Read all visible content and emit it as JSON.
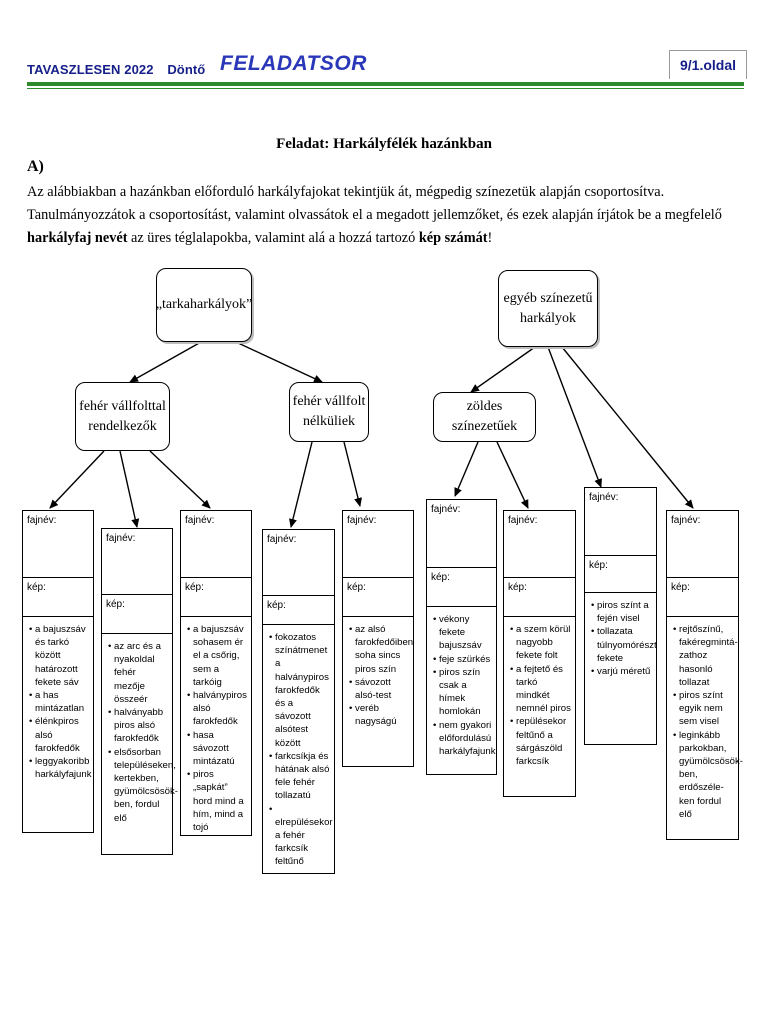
{
  "header": {
    "competition": "TAVASZLESEN 2022",
    "round": "Döntő",
    "title": "FELADATSOR",
    "page": "9/1.oldal"
  },
  "task": {
    "title": "Feladat: Harkályfélék hazánkban",
    "section": "A)",
    "intro_part1": "Az alábbiakban a hazánkban előforduló harkályfajokat tekintjük át, mégpedig színezetük alapján csoportosítva. Tanulmányozzátok a csoportosítást, valamint olvassátok el a megadott jellemzőket, és ezek alapján írjátok be a megfelelő ",
    "intro_bold1": "harkályfaj nevét",
    "intro_part2": " az üres téglalapokba, valamint alá a hozzá tartozó ",
    "intro_bold2": "kép számát",
    "intro_part3": "!"
  },
  "tree": {
    "root_left": "„tarkaharkályok”",
    "root_right": "egyéb színezetű harkályok",
    "left_a": "fehér vállfolttal rendelkezők",
    "left_b": "fehér vállfolt nélküliek",
    "right_a": "zöldes színezetűek"
  },
  "labels": {
    "name": "fajnév:",
    "image": "kép:"
  },
  "cards": [
    {
      "desc": [
        "• a bajuszsáv és tarkó között határozott fekete sáv",
        "• a has mintázatlan",
        "• élénkpiros alsó farokfedők",
        "• leggyakoribb harkályfajunk"
      ]
    },
    {
      "desc": [
        "• az arc és a nyakoldal fehér mezője összeér",
        "• halványabb piros alsó farokfedők",
        "• elsősorban településeken, kertekben, gyümölcsösök-ben, fordul elő"
      ]
    },
    {
      "desc": [
        "• a bajuszsáv sohasem ér el a csőrig, sem a tarkóig",
        "• halványpiros alsó farokfedők",
        "• hasa sávozott mintázatú",
        "• piros „sapkát” hord mind a hím, mind a tojó"
      ]
    },
    {
      "desc": [
        "• fokozatos színátmenet a halványpiros farokfedők és a sávozott alsótest között",
        "• farkcsíkja és hátának alsó fele fehér tollazatú",
        "• elrepülésekor a fehér farkcsík feltűnő"
      ]
    },
    {
      "desc": [
        "• az alsó farokfedőiben soha sincs piros szín",
        "• sávozott alsó-test",
        "• veréb nagyságú"
      ]
    },
    {
      "desc": [
        "• vékony fekete bajuszsáv",
        "• feje szürkés",
        "• piros szín csak a hímek homlokán",
        "• nem gyakori előfordulású harkályfajunk"
      ]
    },
    {
      "desc": [
        "• a szem körül nagyobb fekete folt",
        "• a fejtető és tarkó mindkét nemnél piros",
        "• repülésekor feltűnő a sárgászöld farkcsík"
      ]
    },
    {
      "desc": [
        "• piros színt a fején visel",
        "• tollazata túlnyomórészt fekete",
        "• varjú méretű"
      ]
    },
    {
      "desc": [
        "• rejtőszínű, fakéregmintá-zathoz hasonló tollazat",
        "• piros színt egyik nem sem visel",
        "• leginkább parkokban, gyümölcsösök-ben, erdőszéle-ken fordul elő"
      ]
    }
  ]
}
